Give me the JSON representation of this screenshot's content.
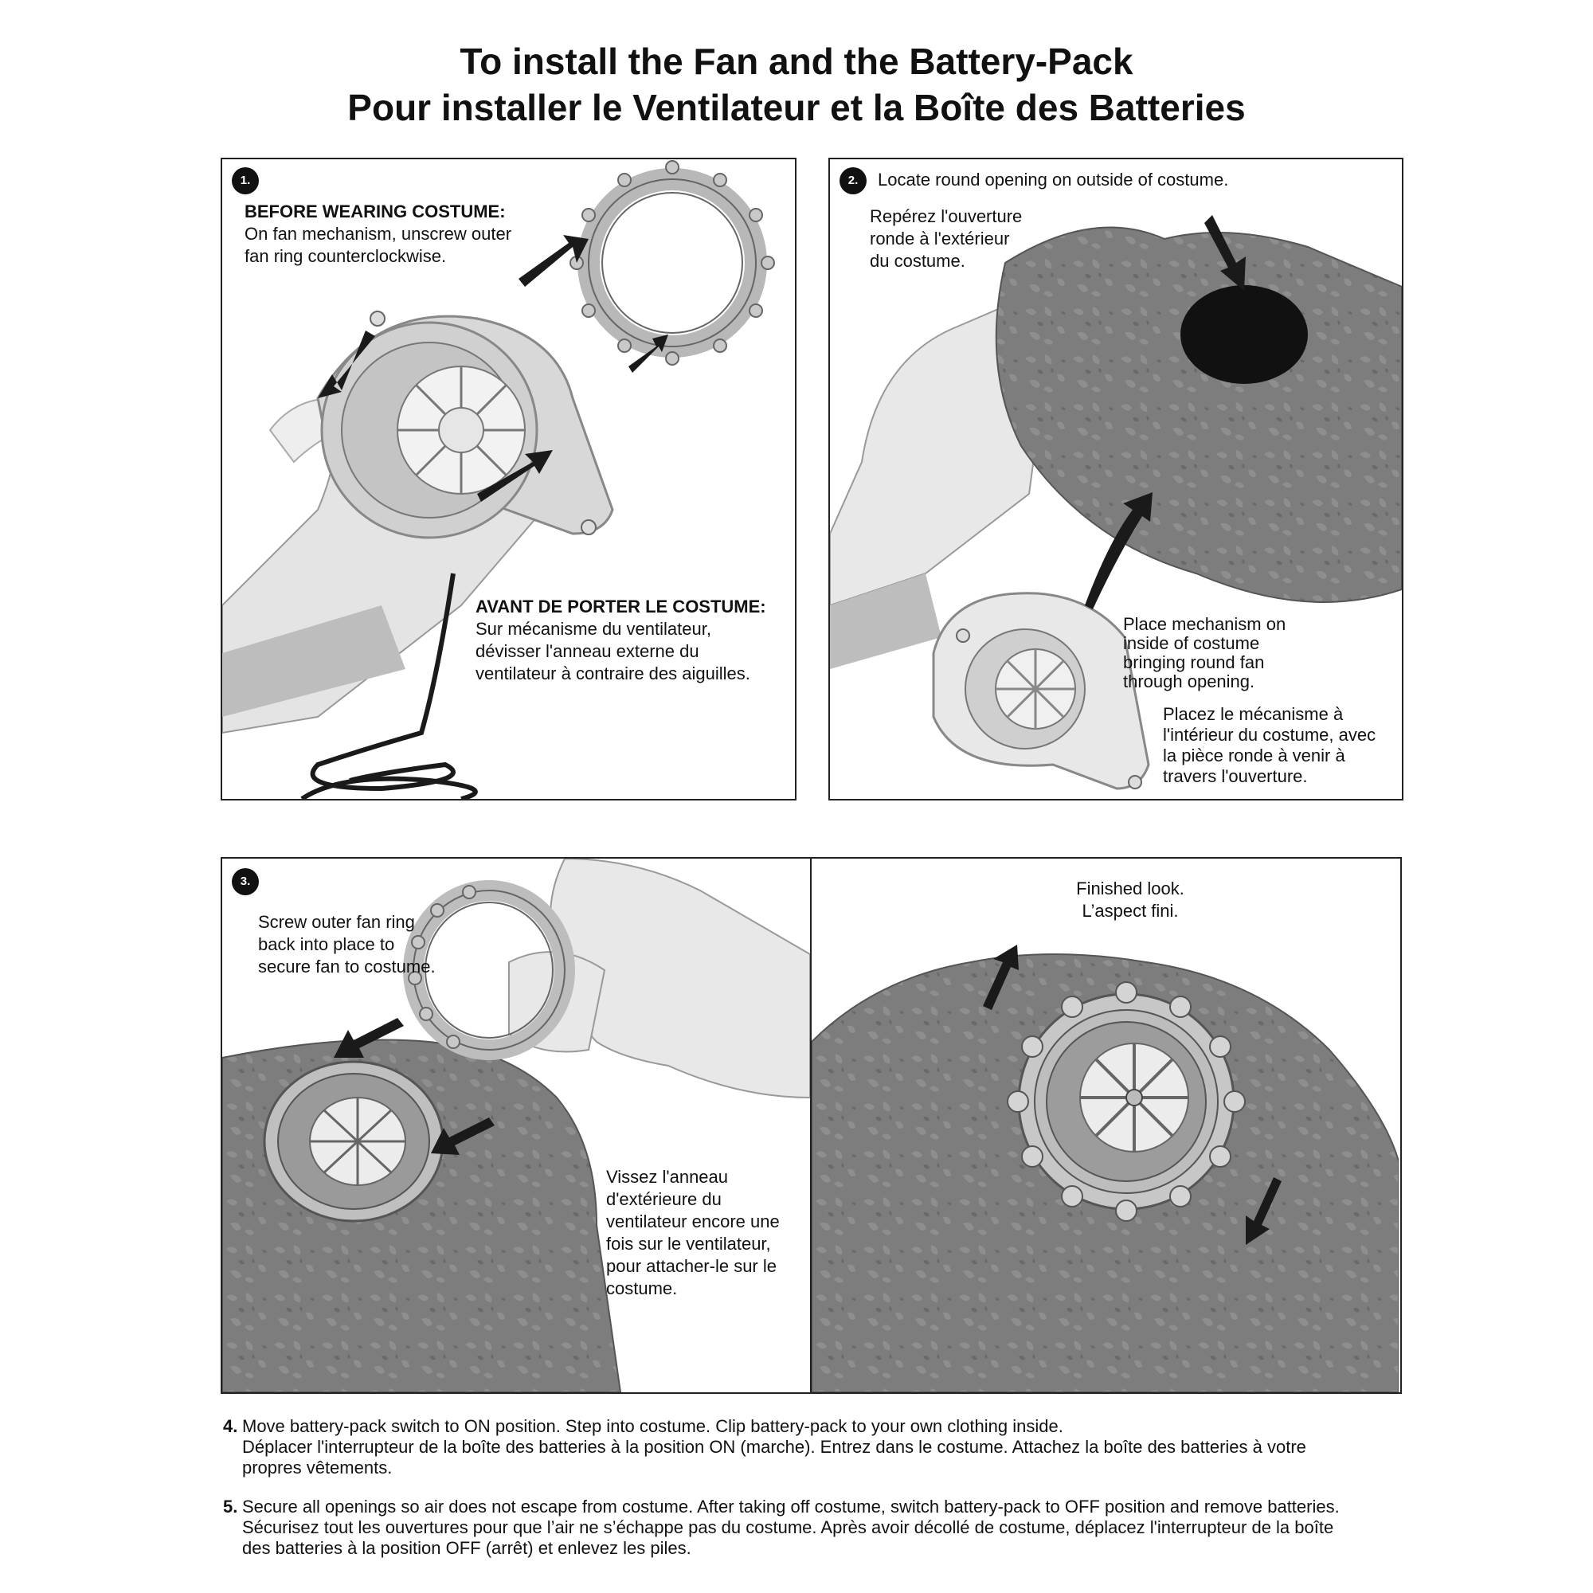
{
  "title": {
    "line1": "To install the Fan and the Battery-Pack",
    "line2": "Pour installer le Ventilateur et la Boîte des Batteries"
  },
  "panel1": {
    "number": "1.",
    "en_heading": "BEFORE WEARING COSTUME:",
    "en_line1": "On fan mechanism, unscrew outer",
    "en_line2": "fan ring counterclockwise.",
    "fr_heading": "AVANT DE PORTER LE COSTUME:",
    "fr_line1": "Sur mécanisme du ventilateur,",
    "fr_line2": "dévisser l'anneau externe du",
    "fr_line3": "ventilateur à contraire des aiguilles."
  },
  "panel2": {
    "number": "2.",
    "en_top": "Locate round opening on outside of costume.",
    "fr_top_line1": "Repérez l'ouverture",
    "fr_top_line2": "ronde à l'extérieur",
    "fr_top_line3": "du costume.",
    "en_bottom_line1": "Place mechanism on",
    "en_bottom_line2": "inside of costume",
    "en_bottom_line3": "bringing round fan",
    "en_bottom_line4": "through opening.",
    "fr_bottom_line1": "Placez le mécanisme à",
    "fr_bottom_line2": "l'intérieur du costume, avec",
    "fr_bottom_line3": "la pièce ronde à venir à",
    "fr_bottom_line4": "travers l'ouverture."
  },
  "panel3": {
    "number": "3.",
    "en_line1": "Screw outer fan ring",
    "en_line2": "back into place to",
    "en_line3": "secure fan to costume.",
    "fr_line1": "Vissez l'anneau",
    "fr_line2": "d'extérieure du",
    "fr_line3": "ventilateur encore une",
    "fr_line4": "fois sur le ventilateur,",
    "fr_line5": "pour attacher-le sur le",
    "fr_line6": "costume."
  },
  "panel4": {
    "en": "Finished look.",
    "fr": "L’aspect fini."
  },
  "steps": {
    "s4_num": "4.",
    "s4_en": "Move battery-pack switch to ON position. Step into costume. Clip battery-pack to your own clothing inside.",
    "s4_fr_line1": "Déplacer l'interrupteur de la boîte des batteries à la position ON (marche). Entrez dans le costume. Attachez la boîte des batteries à votre",
    "s4_fr_line2": "propres vêtements.",
    "s5_num": "5.",
    "s5_en": "Secure all openings so air does not escape from costume. After taking off costume, switch battery-pack to OFF position and remove batteries.",
    "s5_fr_line1": "Sécurisez tout les ouvertures pour que l’air ne s’échappe pas du costume. Après avoir décollé de costume, déplacez l'interrupteur de la boîte",
    "s5_fr_line2": "des batteries à la position OFF (arrêt) et enlevez les piles."
  }
}
